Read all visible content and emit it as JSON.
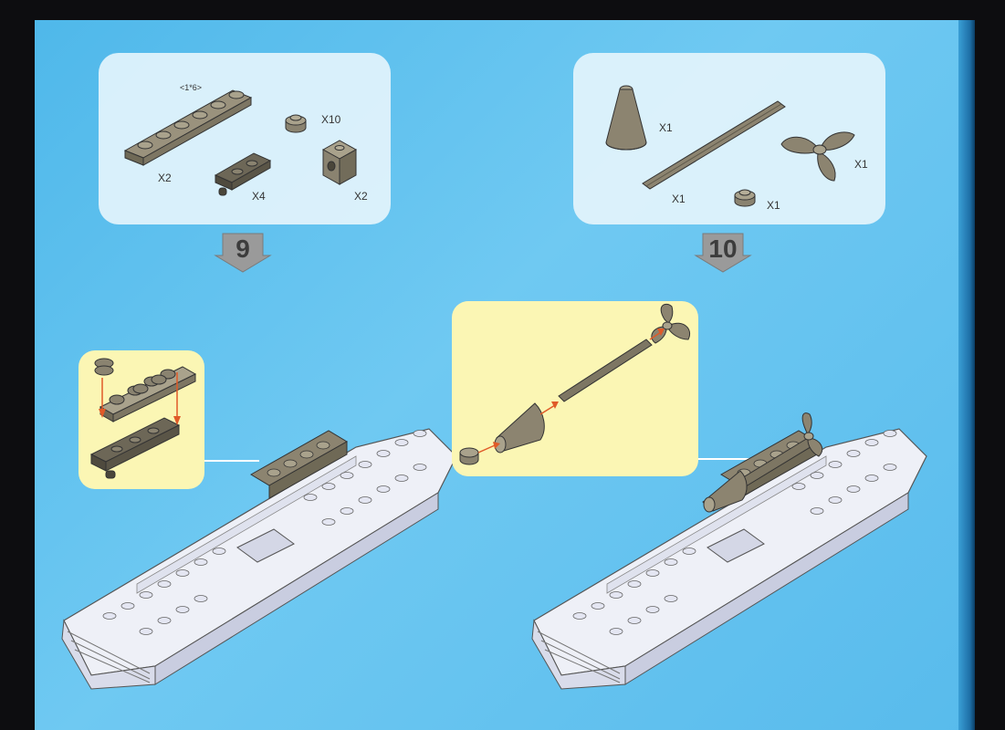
{
  "step9": {
    "number": "9",
    "parts": [
      {
        "id": "plate-1x6",
        "size_label": "<1*6>",
        "quantity": "X2"
      },
      {
        "id": "plate-with-clips",
        "quantity": "X4"
      },
      {
        "id": "round-stud",
        "quantity": "X10"
      },
      {
        "id": "technic-brick",
        "quantity": "X2"
      }
    ]
  },
  "step10": {
    "number": "10",
    "parts": [
      {
        "id": "cone",
        "quantity": "X1"
      },
      {
        "id": "axle",
        "quantity": "X1"
      },
      {
        "id": "propeller",
        "quantity": "X1"
      },
      {
        "id": "round-stud",
        "quantity": "X1"
      }
    ]
  },
  "colors": {
    "background": "#5cc0ef",
    "panel": "#e4f4fc",
    "callout": "#fbf6b4",
    "part": "#8c8470",
    "arrow": "#e05a28",
    "hull": "#eef0f7"
  }
}
